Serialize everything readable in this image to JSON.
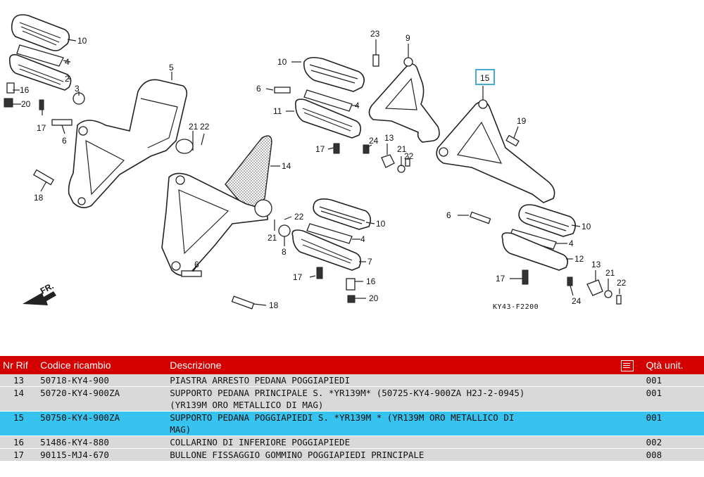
{
  "diagram": {
    "callouts": {
      "c10a": "10",
      "c4a": "4",
      "c2": "2",
      "c16a": "16",
      "c3": "3",
      "c20a": "20",
      "c17a": "17",
      "c6a": "6",
      "c5": "5",
      "c18a": "18",
      "c21a": "21",
      "c22a": "22",
      "c14": "14",
      "c21b": "21",
      "c22b": "22",
      "c8": "8",
      "c6b": "6",
      "c23": "23",
      "c9": "9",
      "c10b": "10",
      "c6c": "6",
      "c11": "11",
      "c4b": "4",
      "c17b": "17",
      "c24a": "24",
      "c13a": "13",
      "c21c": "21",
      "c22c": "22",
      "c15": "15",
      "c19": "19",
      "c10c": "10",
      "c4c": "4",
      "c7": "7",
      "c17c": "17",
      "c16b": "16",
      "c20b": "20",
      "c18b": "18",
      "c6d": "6",
      "c10d": "10",
      "c4d": "4",
      "c12": "12",
      "c17d": "17",
      "c13b": "13",
      "c21d": "21",
      "c24b": "24",
      "c22d": "22"
    },
    "fr_label": "FR.",
    "drawing_code": "KY43-F2200",
    "selected_callout": "15"
  },
  "table": {
    "headers": {
      "nr": "Nr Rif",
      "code": "Codice ricambio",
      "desc": "Descrizione",
      "qty": "Qtà unit."
    },
    "icon": "table-list-icon",
    "rows": [
      {
        "nr": "13",
        "code": "50718-KY4-900",
        "desc": "PIASTRA ARRESTO PEDANA POGGIAPIEDI",
        "desc2": "",
        "qty": "001",
        "selected": false
      },
      {
        "nr": "14",
        "code": "50720-KY4-900ZA",
        "desc": "SUPPORTO PEDANA PRINCIPALE S. *YR139M* (50725-KY4-900ZA H2J-2-0945)",
        "desc2": "(YR139M ORO METALLICO DI MAG)",
        "qty": "001",
        "selected": false
      },
      {
        "nr": "15",
        "code": "50750-KY4-900ZA",
        "desc": "SUPPORTO PEDANA POGGIAPIEDI S. *YR139M * (YR139M ORO METALLICO DI",
        "desc2": "MAG)",
        "qty": "001",
        "selected": true
      },
      {
        "nr": "16",
        "code": "51486-KY4-880",
        "desc": "COLLARINO DI INFERIORE POGGIAPIEDE",
        "desc2": "",
        "qty": "002",
        "selected": false
      },
      {
        "nr": "17",
        "code": "90115-MJ4-670",
        "desc": "BULLONE FISSAGGIO GOMMINO POGGIAPIEDI PRINCIPALE",
        "desc2": "",
        "qty": "008",
        "selected": false
      }
    ]
  }
}
